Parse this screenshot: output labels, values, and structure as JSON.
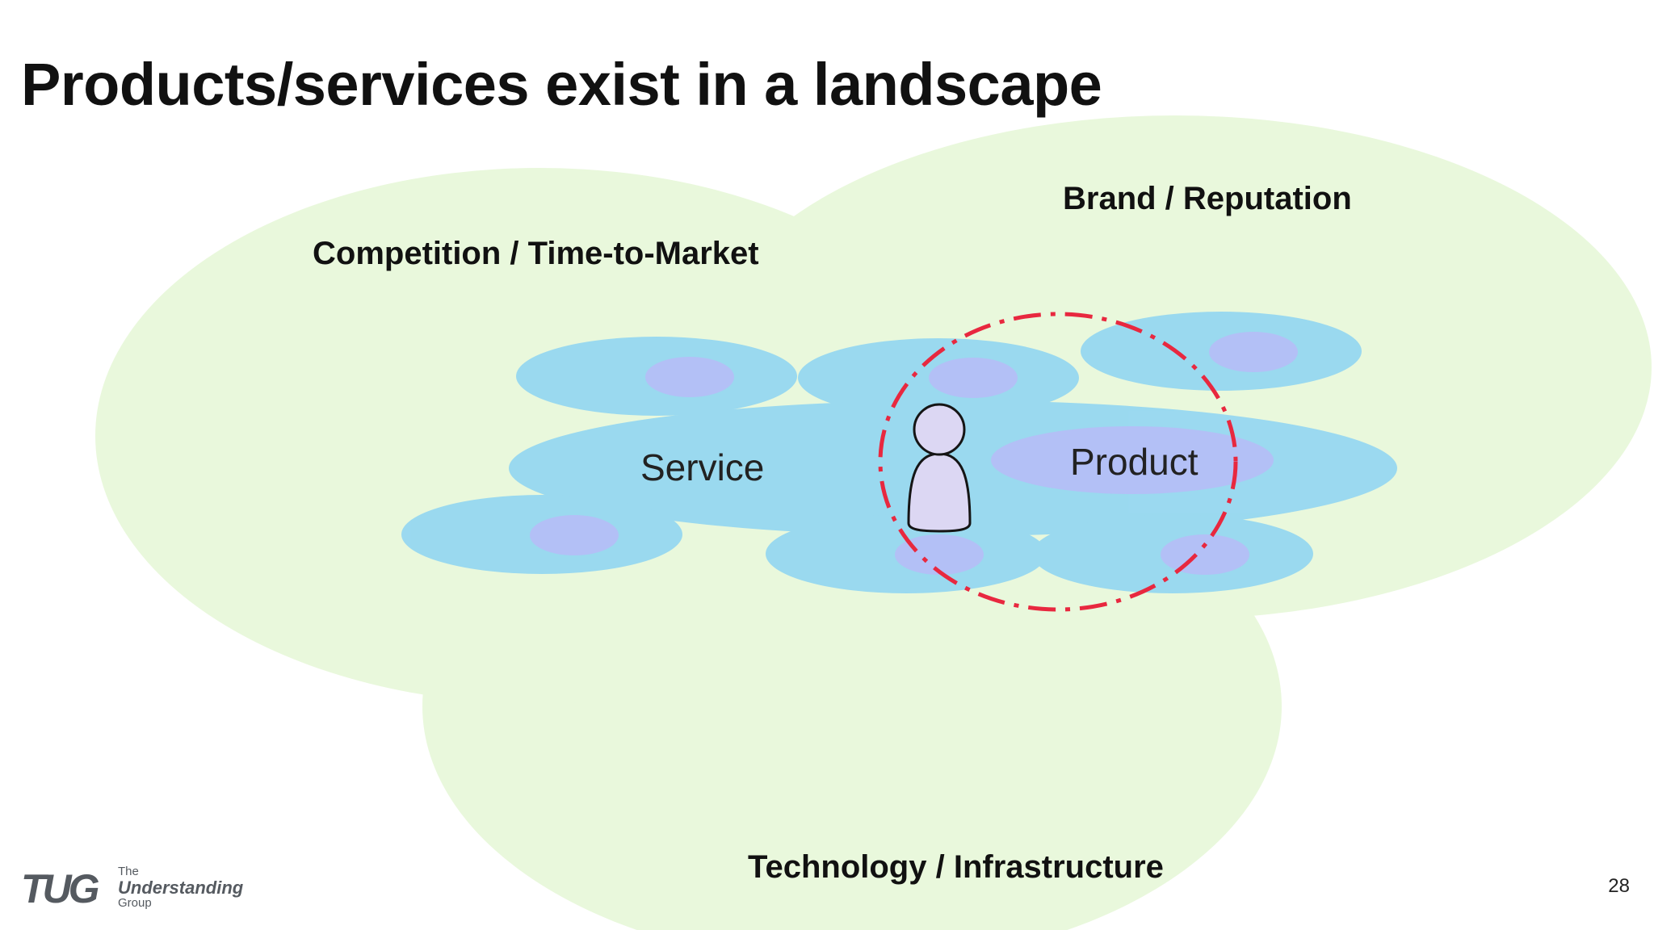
{
  "slide": {
    "title": "Products/services exist in a landscape",
    "page_number": "28"
  },
  "landscape": {
    "regions": [
      {
        "id": "competition",
        "label": "Competition / Time-to-Market"
      },
      {
        "id": "brand",
        "label": "Brand / Reputation"
      },
      {
        "id": "technology",
        "label": "Technology / Infrastructure"
      }
    ],
    "service_label": "Service",
    "product_label": "Product"
  },
  "logo": {
    "mark": "TUG",
    "line_the": "The",
    "line_understanding": "Understanding",
    "line_group": "Group"
  },
  "colors": {
    "landscape_fill": "#e9f8dc",
    "ellipse_fill": "#8ed4f3",
    "inner_fill": "#b6bdf6",
    "focus_ring": "#e8283f",
    "person_fill": "#dcd7f3"
  }
}
